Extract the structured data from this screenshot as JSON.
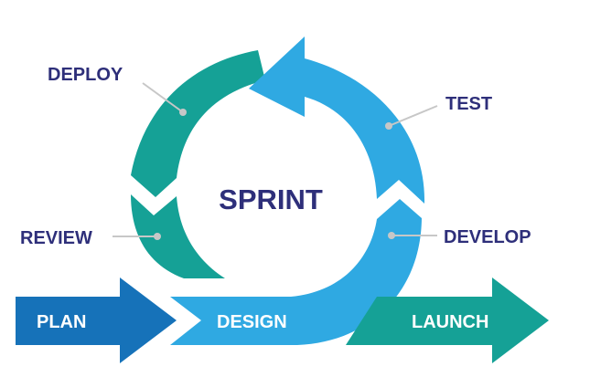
{
  "center": {
    "label": "SPRINT"
  },
  "stages": {
    "deploy": {
      "label": "DEPLOY"
    },
    "test": {
      "label": "TEST"
    },
    "develop": {
      "label": "DEVELOP"
    },
    "review": {
      "label": "REVIEW"
    },
    "plan": {
      "label": "PLAN"
    },
    "design": {
      "label": "DESIGN"
    },
    "launch": {
      "label": "LAUNCH"
    }
  },
  "colors": {
    "teal": "#15a196",
    "blue": "#2fa9e2",
    "plan_blue": "#1672b9",
    "text": "#2e2f7a",
    "leader": "#c7c7c7"
  }
}
